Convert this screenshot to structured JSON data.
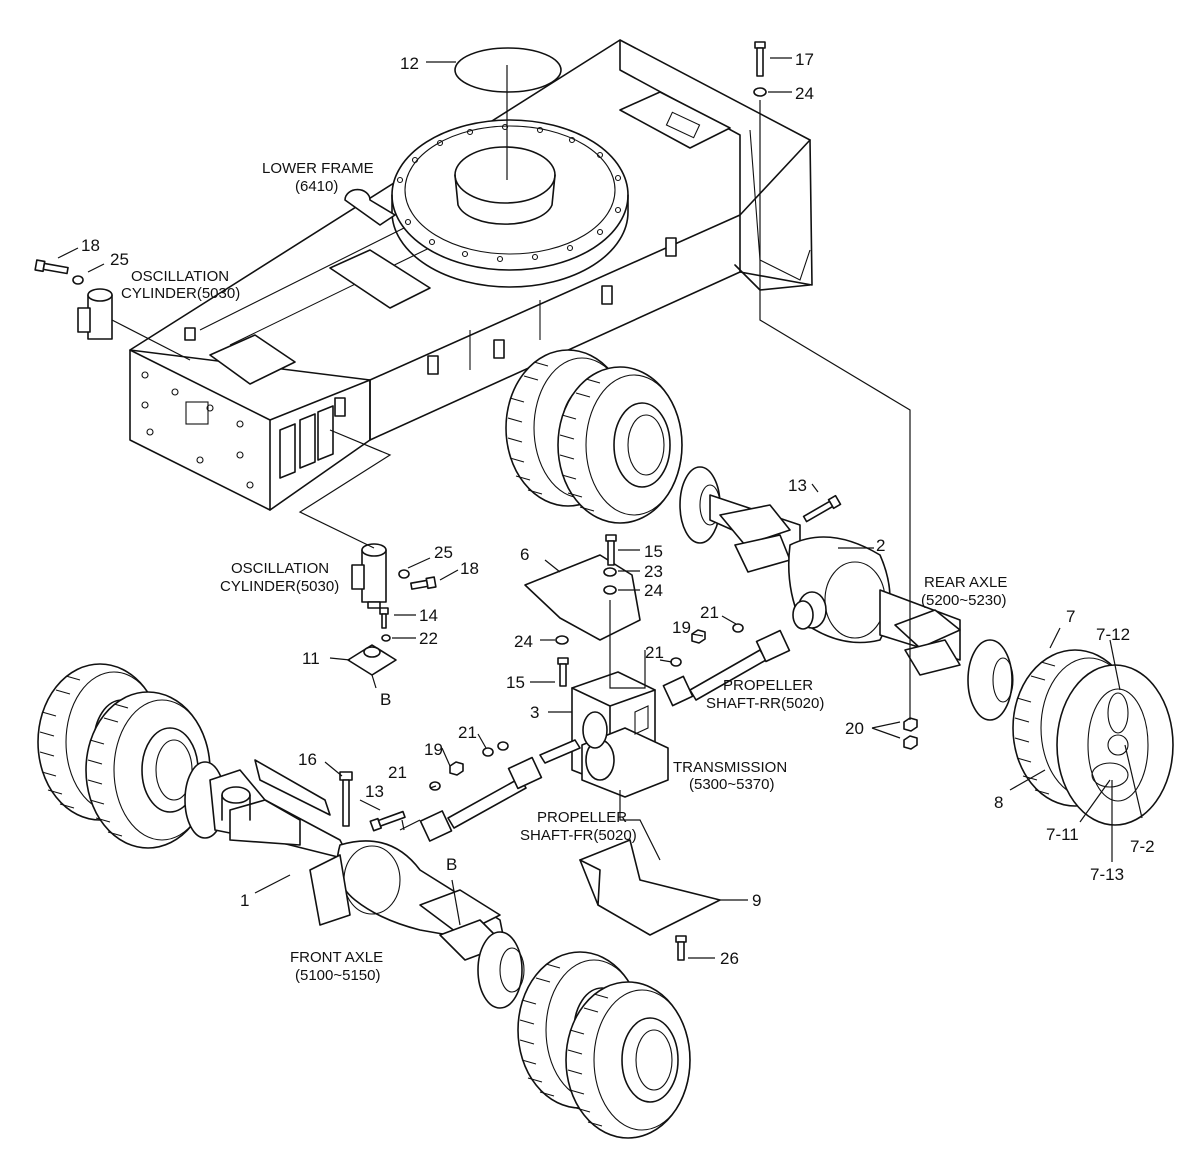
{
  "assemblies": {
    "lower_frame": {
      "name": "LOWER FRAME",
      "code": "(6410)"
    },
    "oscillation_cylinder_top": {
      "name": "OSCILLATION",
      "code": "CYLINDER(5030)"
    },
    "oscillation_cylinder_mid": {
      "name": "OSCILLATION",
      "code": "CYLINDER(5030)"
    },
    "rear_axle": {
      "name": "REAR AXLE",
      "code": "(5200~5230)"
    },
    "propeller_rr": {
      "name": "PROPELLER",
      "code": "SHAFT-RR(5020)"
    },
    "propeller_fr": {
      "name": "PROPELLER",
      "code": "SHAFT-FR(5020)"
    },
    "transmission": {
      "name": "TRANSMISSION",
      "code": "(5300~5370)"
    },
    "front_axle": {
      "name": "FRONT AXLE",
      "code": "(5100~5150)"
    }
  },
  "callouts": {
    "c12": "12",
    "c17": "17",
    "c24a": "24",
    "c18a": "18",
    "c25a": "25",
    "c13a": "13",
    "c2": "2",
    "c25b": "25",
    "c18b": "18",
    "c6": "6",
    "c15a": "15",
    "c23": "23",
    "c24b": "24",
    "c14": "14",
    "c22": "22",
    "c11": "11",
    "cBa": "B",
    "c24c": "24",
    "c15b": "15",
    "c21a": "21",
    "c19a": "19",
    "c21b": "21",
    "c3": "3",
    "c7": "7",
    "c7_12": "7-12",
    "c20": "20",
    "c16": "16",
    "c21c": "21",
    "c19b": "19",
    "c13b": "13",
    "c21d": "21",
    "c8": "8",
    "c7_11": "7-11",
    "c7_2": "7-2",
    "c7_13": "7-13",
    "c1": "1",
    "cBb": "B",
    "c9": "9",
    "c26": "26"
  }
}
